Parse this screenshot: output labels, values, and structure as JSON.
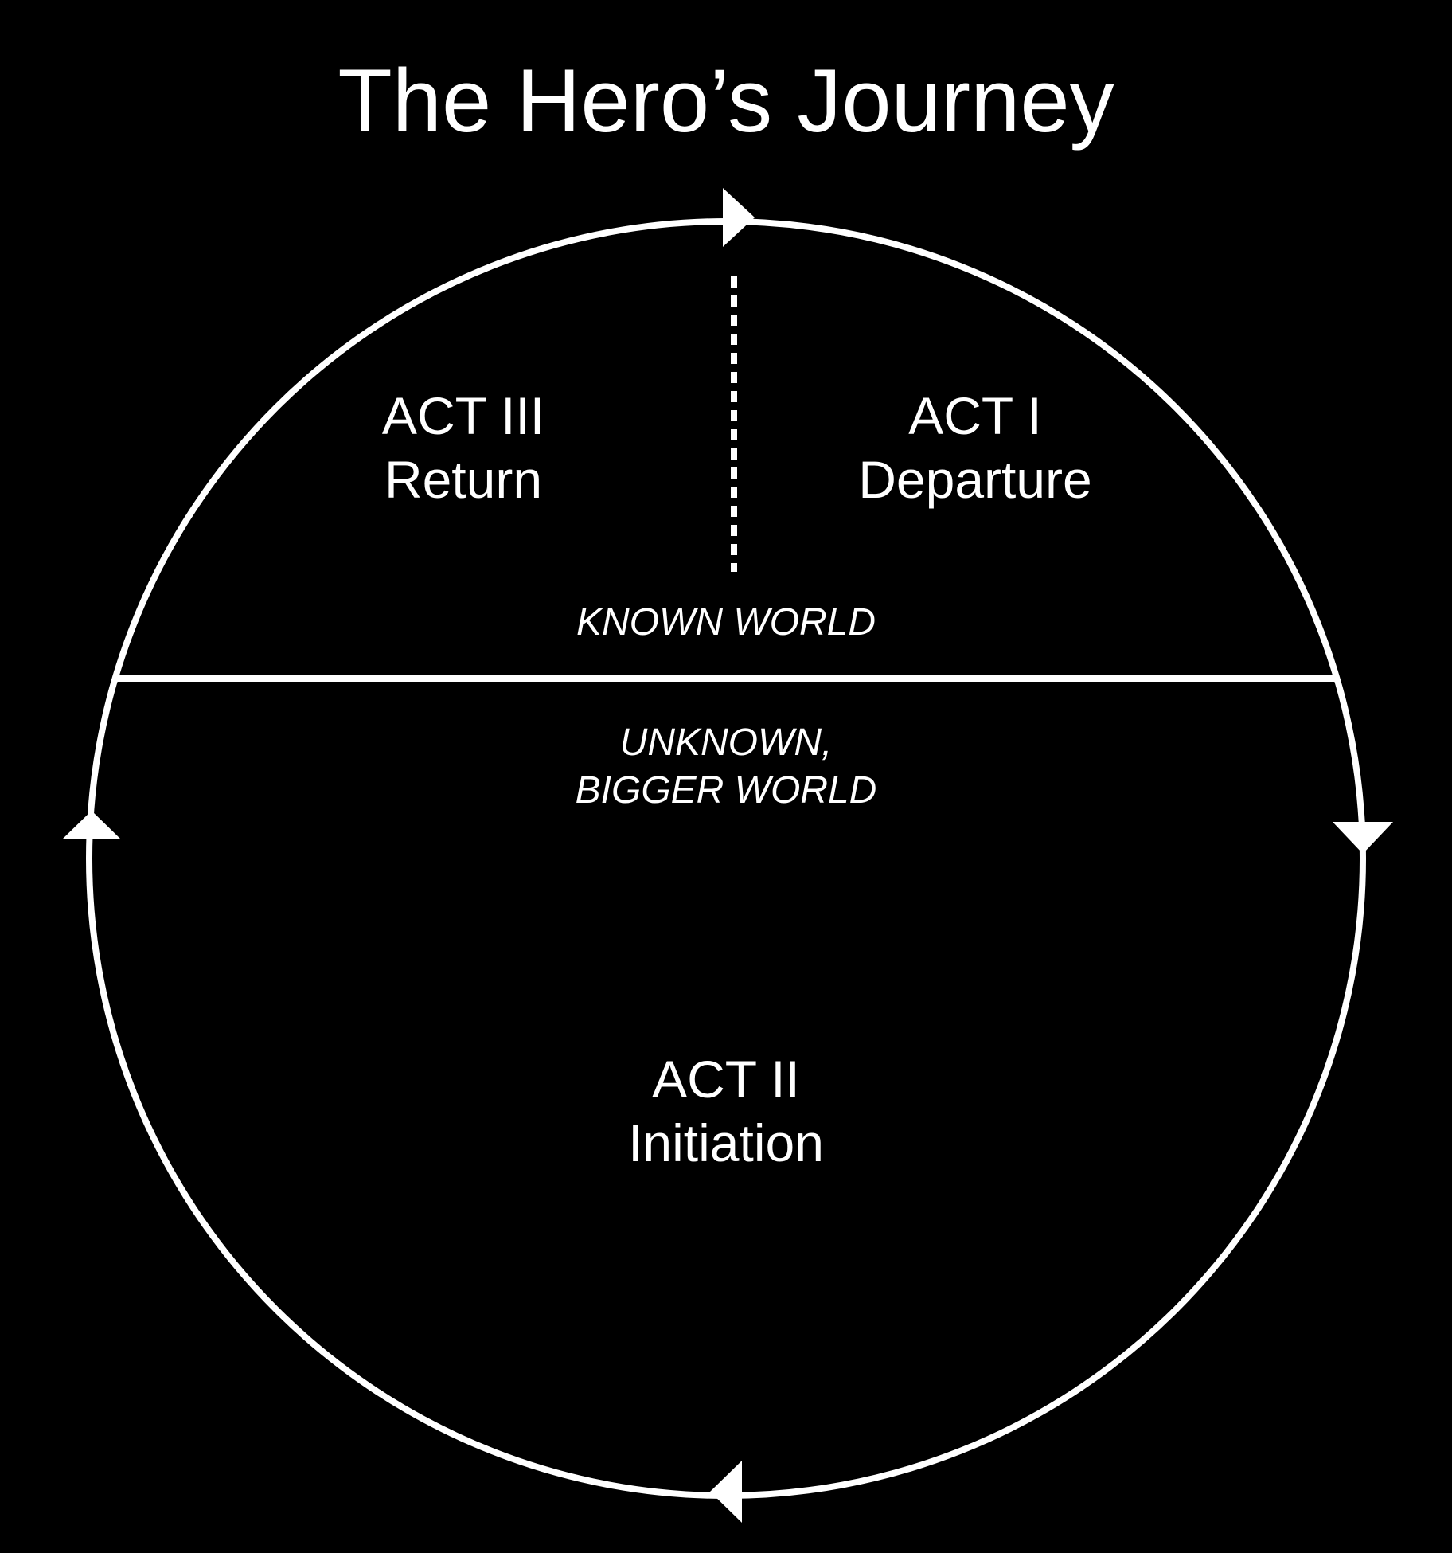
{
  "title": "The Hero’s Journey",
  "acts": {
    "act1": {
      "label": "ACT I",
      "name": "Departure"
    },
    "act2": {
      "label": "ACT II",
      "name": "Initiation"
    },
    "act3": {
      "label": "ACT III",
      "name": "Return"
    }
  },
  "worlds": {
    "known": "KNOWN WORLD",
    "unknown_line1": "UNKNOWN,",
    "unknown_line2": "BIGGER WORLD"
  },
  "colors": {
    "background": "#000000",
    "foreground": "#ffffff"
  }
}
